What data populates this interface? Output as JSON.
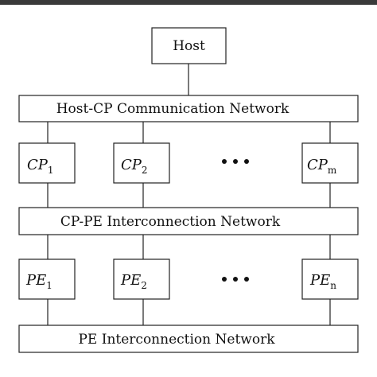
{
  "host": {
    "label": "Host"
  },
  "networks": {
    "host_cp": "Host-CP Communication Network",
    "cp_pe": "CP-PE Interconnection Network",
    "pe": "PE Interconnection Network"
  },
  "cp_nodes": [
    {
      "base": "CP",
      "sub": "1"
    },
    {
      "base": "CP",
      "sub": "2"
    },
    {
      "base": "CP",
      "sub": "m"
    }
  ],
  "pe_nodes": [
    {
      "base": "PE",
      "sub": "1"
    },
    {
      "base": "PE",
      "sub": "2"
    },
    {
      "base": "PE",
      "sub": "n"
    }
  ]
}
